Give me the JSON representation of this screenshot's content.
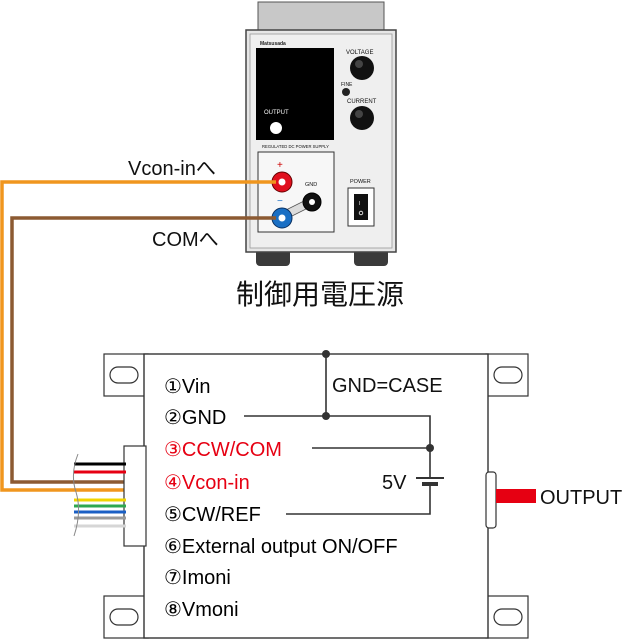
{
  "power_supply": {
    "brand": "Matsusada",
    "voltage_label": "VOLTAGE",
    "fine_label": "FINE",
    "current_label": "CURRENT",
    "output_label": "OUTPUT",
    "regulated_label": "REGULATED DC POWER SUPPLY",
    "gnd_label": "GND",
    "power_label": "POWER",
    "plus_label": "+",
    "minus_label": "−",
    "caption": "制御用電圧源"
  },
  "connections": {
    "vcon_in_to": "Vcon-inへ",
    "com_to": "COMへ"
  },
  "module": {
    "gnd_case": "GND=CASE",
    "voltage_source": "5V",
    "output_label": "OUTPUT",
    "terminals": [
      {
        "label": "①Vin",
        "color": "#000000"
      },
      {
        "label": "②GND",
        "color": "#000000"
      },
      {
        "label": "③CCW/COM",
        "color": "#e60012"
      },
      {
        "label": "④Vcon-in",
        "color": "#e60012"
      },
      {
        "label": "⑤CW/REF",
        "color": "#000000"
      },
      {
        "label": "⑥External output ON/OFF",
        "color": "#000000"
      },
      {
        "label": "⑦Imoni",
        "color": "#000000"
      },
      {
        "label": "⑧Vmoni",
        "color": "#000000"
      }
    ]
  },
  "colors": {
    "orange_wire": "#f0961e",
    "brown_wire": "#8c5a32",
    "red_output": "#e60012",
    "terminal_red": "#e0101e",
    "terminal_blue": "#1a6fc4"
  }
}
